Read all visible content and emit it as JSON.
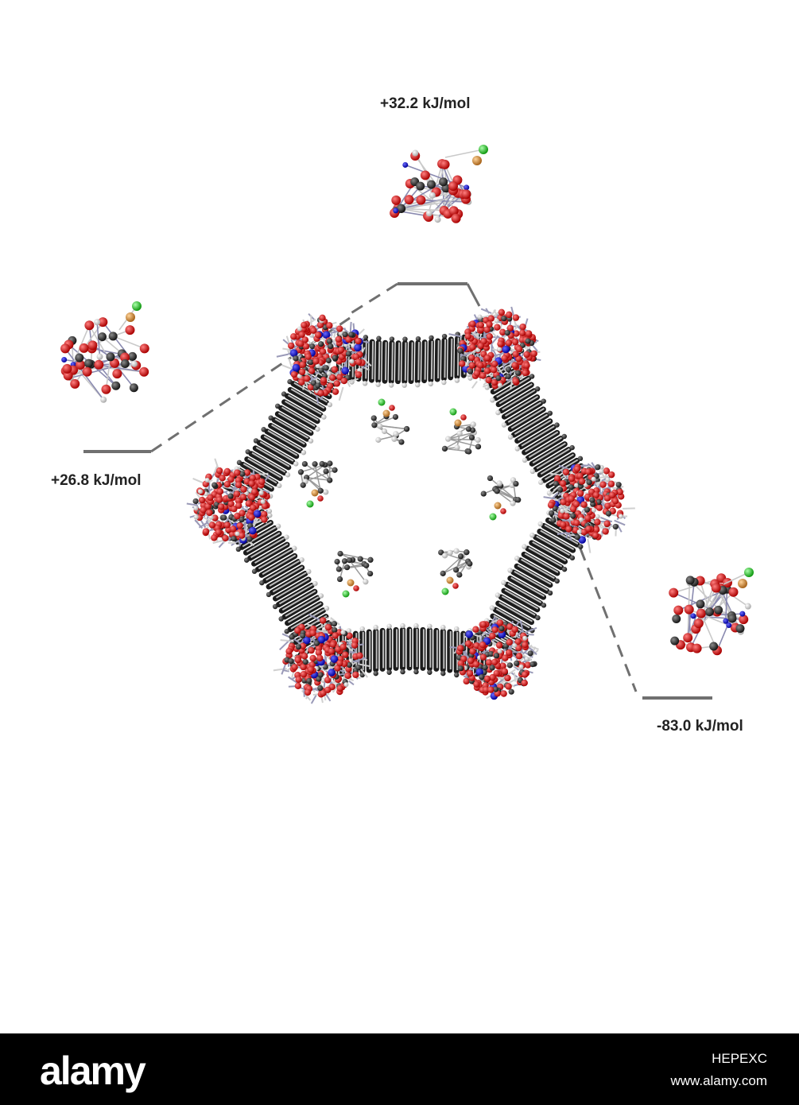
{
  "energies": {
    "top": "+32.2 kJ/mol",
    "left": "+26.8 kJ/mol",
    "right": "-83.0 kJ/mol"
  },
  "footer": {
    "brand": "alamy",
    "image_id": "HEPEXC",
    "url": "www.alamy.com"
  },
  "colors": {
    "oxygen": "#cc1111",
    "carbon": "#2a2a2a",
    "hydrogen": "#d8d8d8",
    "metal": "#1a1acc",
    "chlorine": "#22cc22",
    "phosphorus": "#d08a2a",
    "level_line": "#707070"
  },
  "icons": [
    "mof-pore-structure",
    "cluster-molecule",
    "guest-molecule",
    "energy-level-line"
  ]
}
